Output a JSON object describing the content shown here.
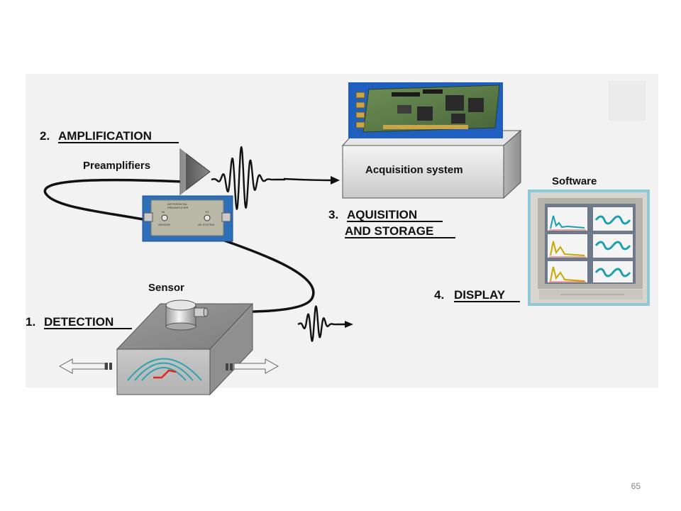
{
  "steps": {
    "detection": {
      "number": "1.",
      "label": "DETECTION"
    },
    "amplification": {
      "number": "2.",
      "label": "AMPLIFICATION"
    },
    "acquisition": {
      "number": "3.",
      "label_line1": "AQUISITION",
      "label_line2": "AND STORAGE"
    },
    "display": {
      "number": "4.",
      "label": "DISPLAY"
    }
  },
  "labels": {
    "preamplifiers": "Preamplifiers",
    "sensor": "Sensor",
    "acquisition_system": "Acquisition system",
    "software": "Software"
  },
  "preamp_box": {
    "line1": "DIFFERENTIAL",
    "line2": "PREAMPLIFIER",
    "in": "IN",
    "to": "TO",
    "sensor": "SENSOR",
    "ae_system": "AE SYSTEM"
  },
  "footer": {
    "page_number": "65"
  },
  "colors": {
    "background_panel": "#f2f2f2",
    "box_face": "#d0d0d0",
    "preamp_blue": "#2f6fb8",
    "screen_frame": "#d7d5cc",
    "crack_red": "#e3261b",
    "wave_teal": "#2aa4b0"
  }
}
